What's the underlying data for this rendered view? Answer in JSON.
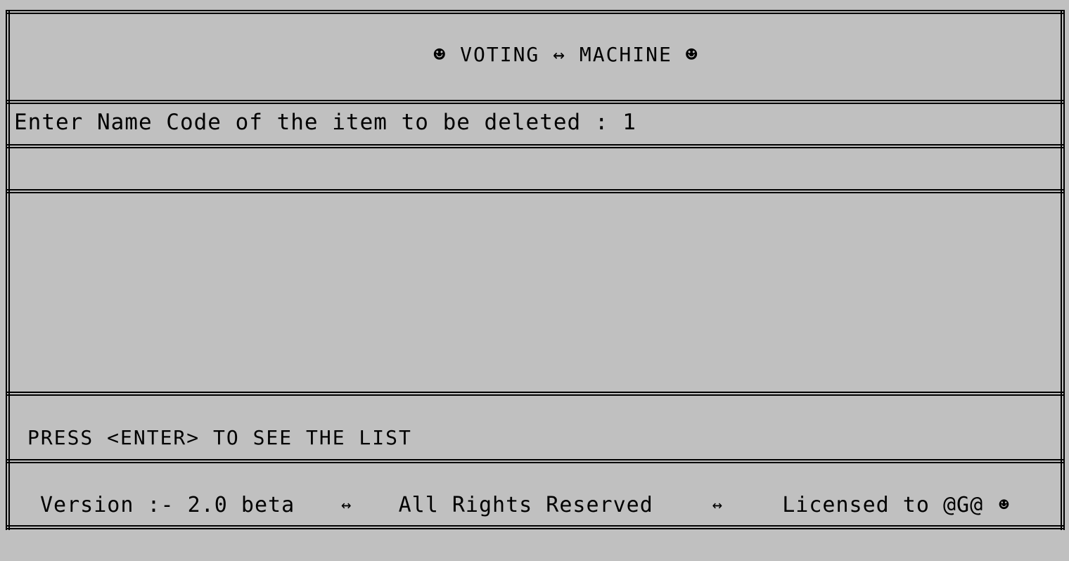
{
  "header": {
    "title": "☻ VOTING ↔ MACHINE ☻"
  },
  "prompt": {
    "label": "Enter Name Code of the item to be deleted :",
    "value": "1"
  },
  "instruction": {
    "text": "PRESS <ENTER> TO SEE THE LIST"
  },
  "footer": {
    "version": "Version :- 2.0 beta",
    "separator1": "↔",
    "rights": "All Rights Reserved",
    "separator2": "↔",
    "license": "Licensed to @G@",
    "smiley": "☻"
  }
}
